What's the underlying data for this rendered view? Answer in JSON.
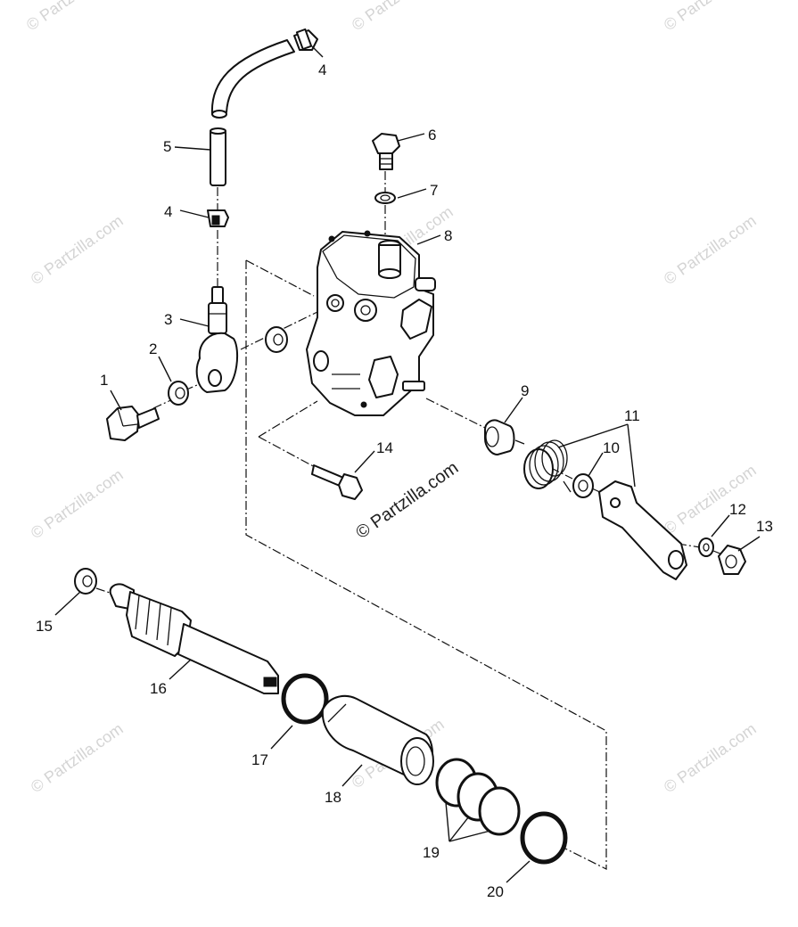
{
  "watermark": {
    "text": "© Partzilla.com",
    "center_text": "© Partzilla.com",
    "color": "#d4d4d4"
  },
  "parts": [
    {
      "ref": "1"
    },
    {
      "ref": "2"
    },
    {
      "ref": "3"
    },
    {
      "ref": "4"
    },
    {
      "ref": "4"
    },
    {
      "ref": "5"
    },
    {
      "ref": "6"
    },
    {
      "ref": "7"
    },
    {
      "ref": "8"
    },
    {
      "ref": "9"
    },
    {
      "ref": "10"
    },
    {
      "ref": "11"
    },
    {
      "ref": "12"
    },
    {
      "ref": "13"
    },
    {
      "ref": "14"
    },
    {
      "ref": "15"
    },
    {
      "ref": "16"
    },
    {
      "ref": "17"
    },
    {
      "ref": "18"
    },
    {
      "ref": "19"
    },
    {
      "ref": "20"
    }
  ]
}
